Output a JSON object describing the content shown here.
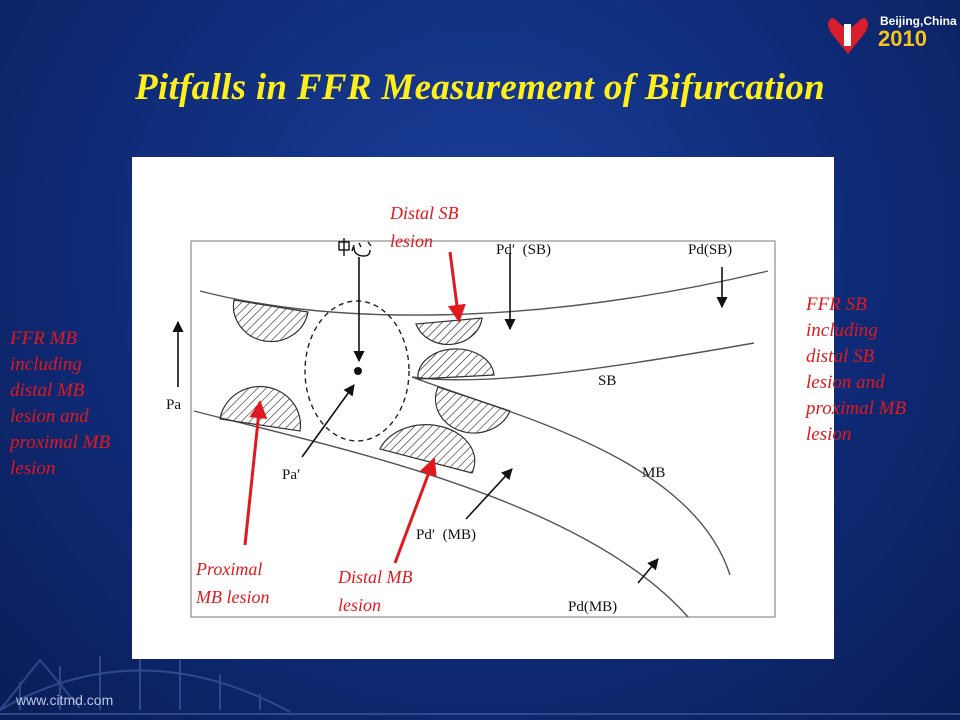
{
  "header": {
    "logo_line1": "Beijing,China",
    "logo_line2": "2010"
  },
  "title": "Pitfalls in FFR Measurement of Bifurcation",
  "footer": {
    "url": "www.citmd.com"
  },
  "diagram": {
    "center_glyph": "中心",
    "labels": {
      "pa": "Pa",
      "pa_prime": "Pa′",
      "pd_prime_sb": "Pd′  (SB)",
      "pd_sb": "Pd(SB)",
      "pd_prime_mb": "Pd′  (MB)",
      "pd_mb": "Pd(MB)",
      "sb": "SB",
      "mb": "MB"
    },
    "annotations": {
      "distal_sb": [
        "Distal SB",
        "lesion"
      ],
      "proximal_mb": [
        "Proximal",
        "MB lesion"
      ],
      "distal_mb": [
        "Distal MB",
        "lesion"
      ]
    }
  },
  "side_labels": {
    "left": [
      "FFR MB",
      "including",
      "distal MB",
      "lesion and",
      "proximal MB",
      "lesion"
    ],
    "right": [
      "FFR SB",
      "including",
      "distal SB",
      "lesion and",
      "proximal MB",
      "lesion"
    ]
  },
  "colors": {
    "title": "#ffef1a",
    "annotation": "#e0191e",
    "background": "#0f2b78"
  }
}
